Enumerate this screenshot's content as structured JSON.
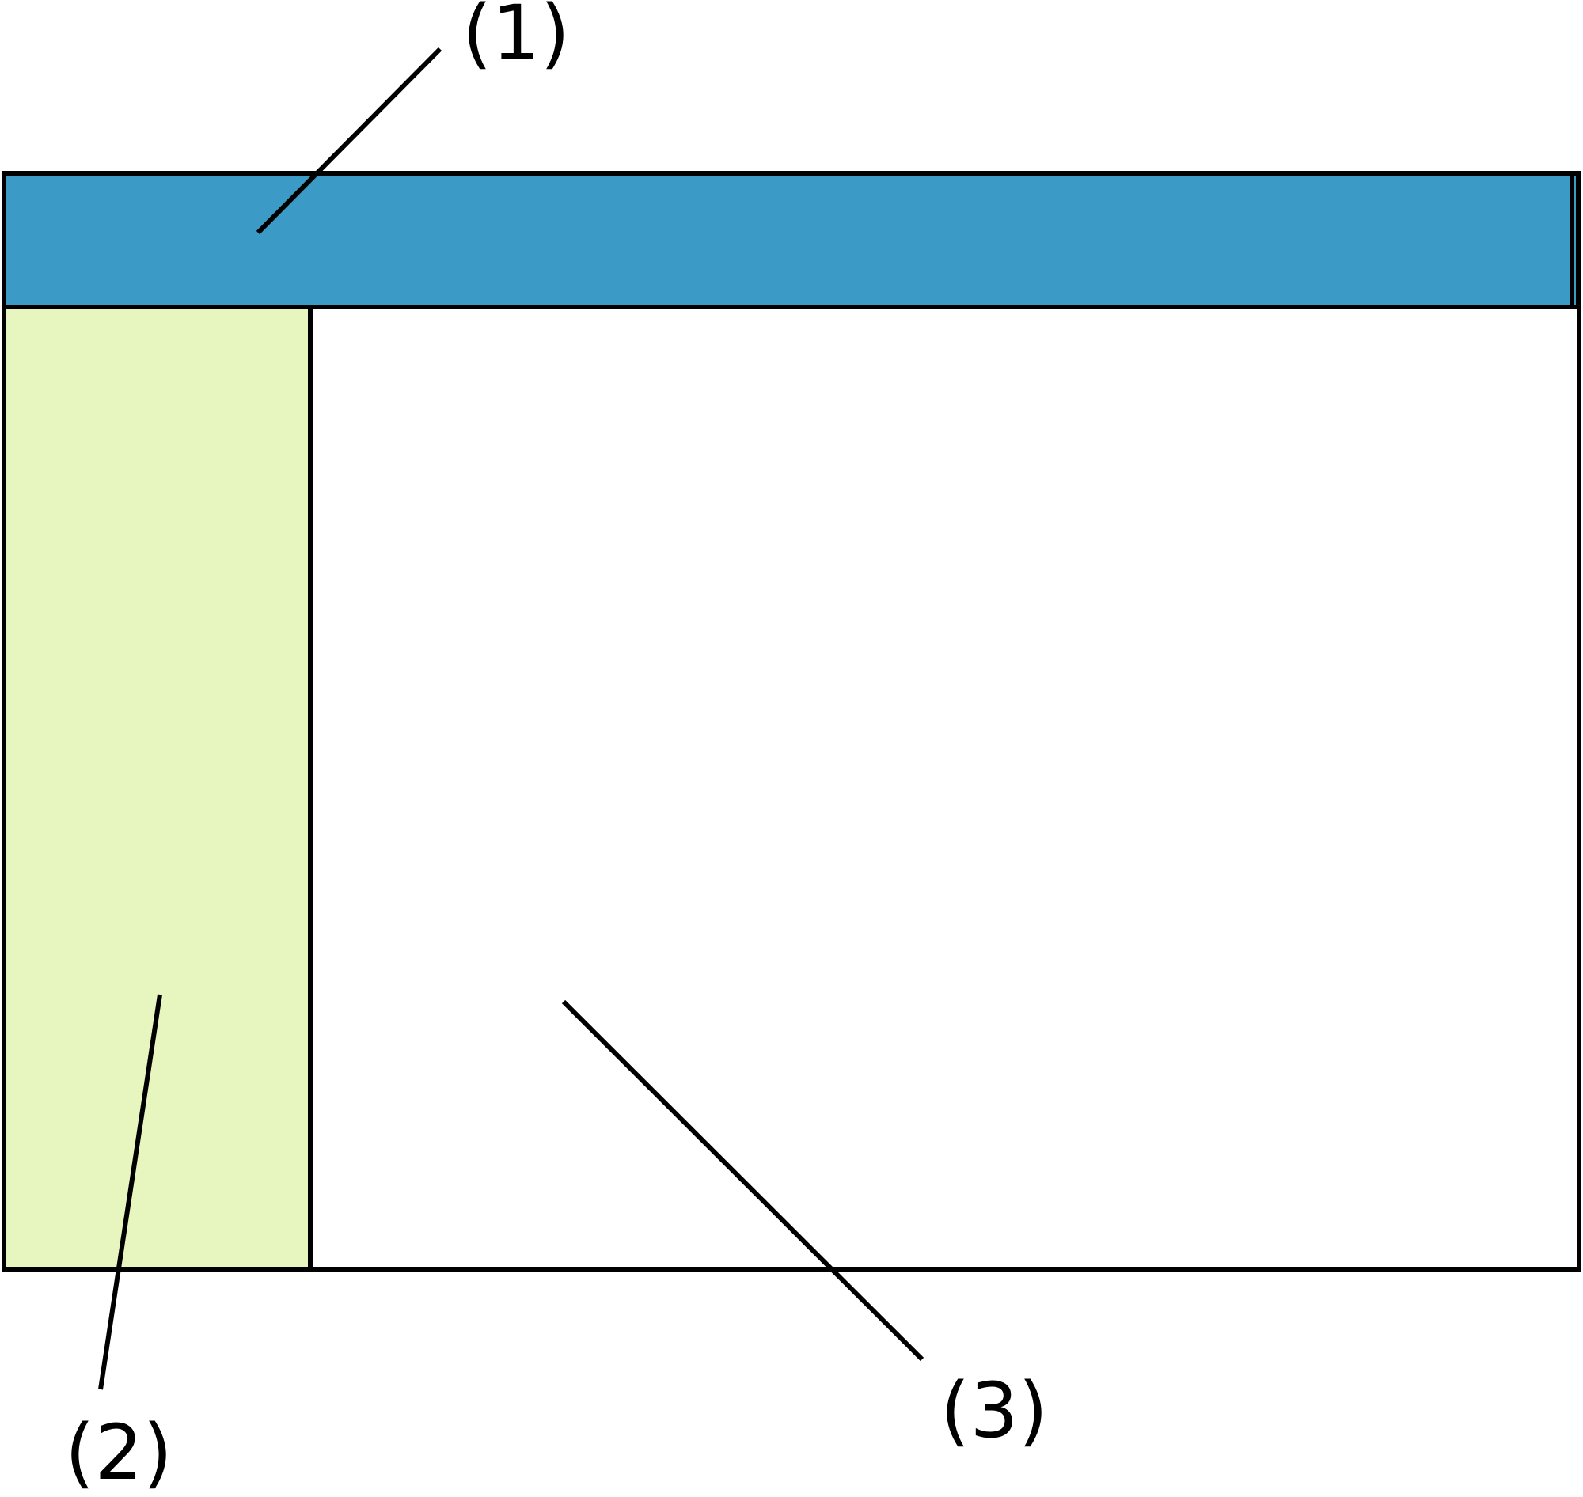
{
  "diagram": {
    "type": "ui-layout-wireframe",
    "colors": {
      "header": "#3b9bc6",
      "sidebar": "#e7f5bf",
      "content": "#ffffff",
      "stroke": "#000000"
    },
    "regions": [
      {
        "id": "header",
        "label": "(1)"
      },
      {
        "id": "sidebar",
        "label": "(2)"
      },
      {
        "id": "content",
        "label": "(3)"
      }
    ]
  }
}
